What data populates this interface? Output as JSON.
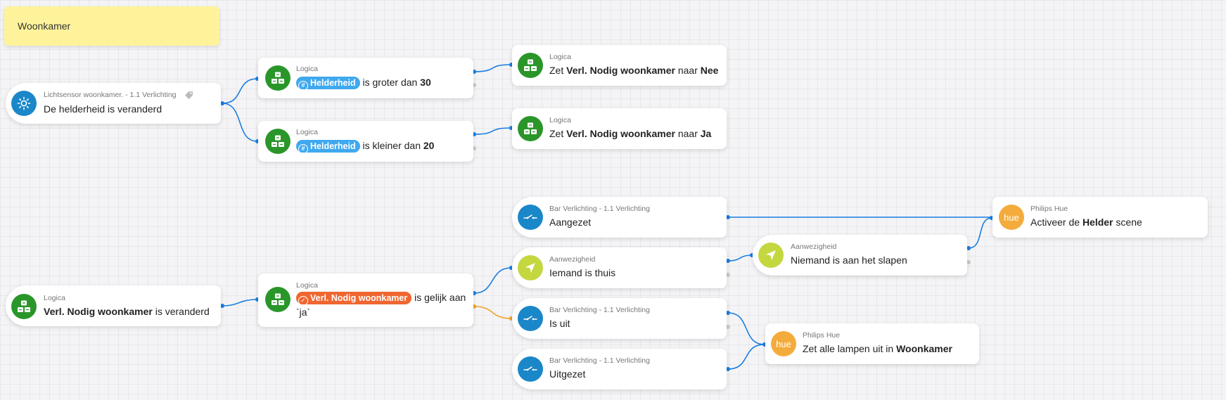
{
  "note": {
    "title": "Woonkamer"
  },
  "cards": {
    "lichtsensor": {
      "label": "Lichtsensor woonkamer. - 1.1 Verlichting",
      "text": "De helderheid is veranderd"
    },
    "logic_groter": {
      "label": "Logica",
      "chip": "Helderheid",
      "text": "is groter dan",
      "value": "30"
    },
    "logic_kleiner": {
      "label": "Logica",
      "chip": "Helderheid",
      "text": "is kleiner dan",
      "value": "20"
    },
    "zet_nee": {
      "label": "Logica",
      "pre": "Zet",
      "bold": "Verl. Nodig woonkamer",
      "mid": "naar",
      "value": "Nee"
    },
    "zet_ja": {
      "label": "Logica",
      "pre": "Zet",
      "bold": "Verl. Nodig woonkamer",
      "mid": "naar",
      "value": "Ja"
    },
    "aangezet": {
      "label": "Bar Verlichting - 1.1 Verlichting",
      "text": "Aangezet"
    },
    "hue_helder": {
      "label": "Philips Hue",
      "icon_text": "hue",
      "pre": "Activeer de",
      "bold": "Helder",
      "post": "scene"
    },
    "niemand": {
      "label": "Aanwezigheid",
      "text": "Niemand is aan het slapen"
    },
    "iemand": {
      "label": "Aanwezigheid",
      "text": "Iemand is thuis"
    },
    "verl_veranderd": {
      "label": "Logica",
      "bold": "Verl. Nodig woonkamer",
      "post": "is veranderd"
    },
    "logic_gelijk": {
      "label": "Logica",
      "chip": "Verl. Nodig woonkamer",
      "text": "is gelijk aan",
      "line2": "`ja`"
    },
    "is_uit": {
      "label": "Bar Verlichting - 1.1 Verlichting",
      "text": "Is uit"
    },
    "uitgezet": {
      "label": "Bar Verlichting - 1.1 Verlichting",
      "text": "Uitgezet"
    },
    "hue_uit": {
      "label": "Philips Hue",
      "icon_text": "hue",
      "pre": "Zet alle lampen uit in",
      "bold": "Woonkamer"
    }
  },
  "colors": {
    "wire_true": "#1a7ee0",
    "wire_false": "#f0a32a",
    "logic": "#2a962a",
    "device": "#1a87c9",
    "presence": "#c4d73f",
    "hue": "#f3ac3b"
  }
}
